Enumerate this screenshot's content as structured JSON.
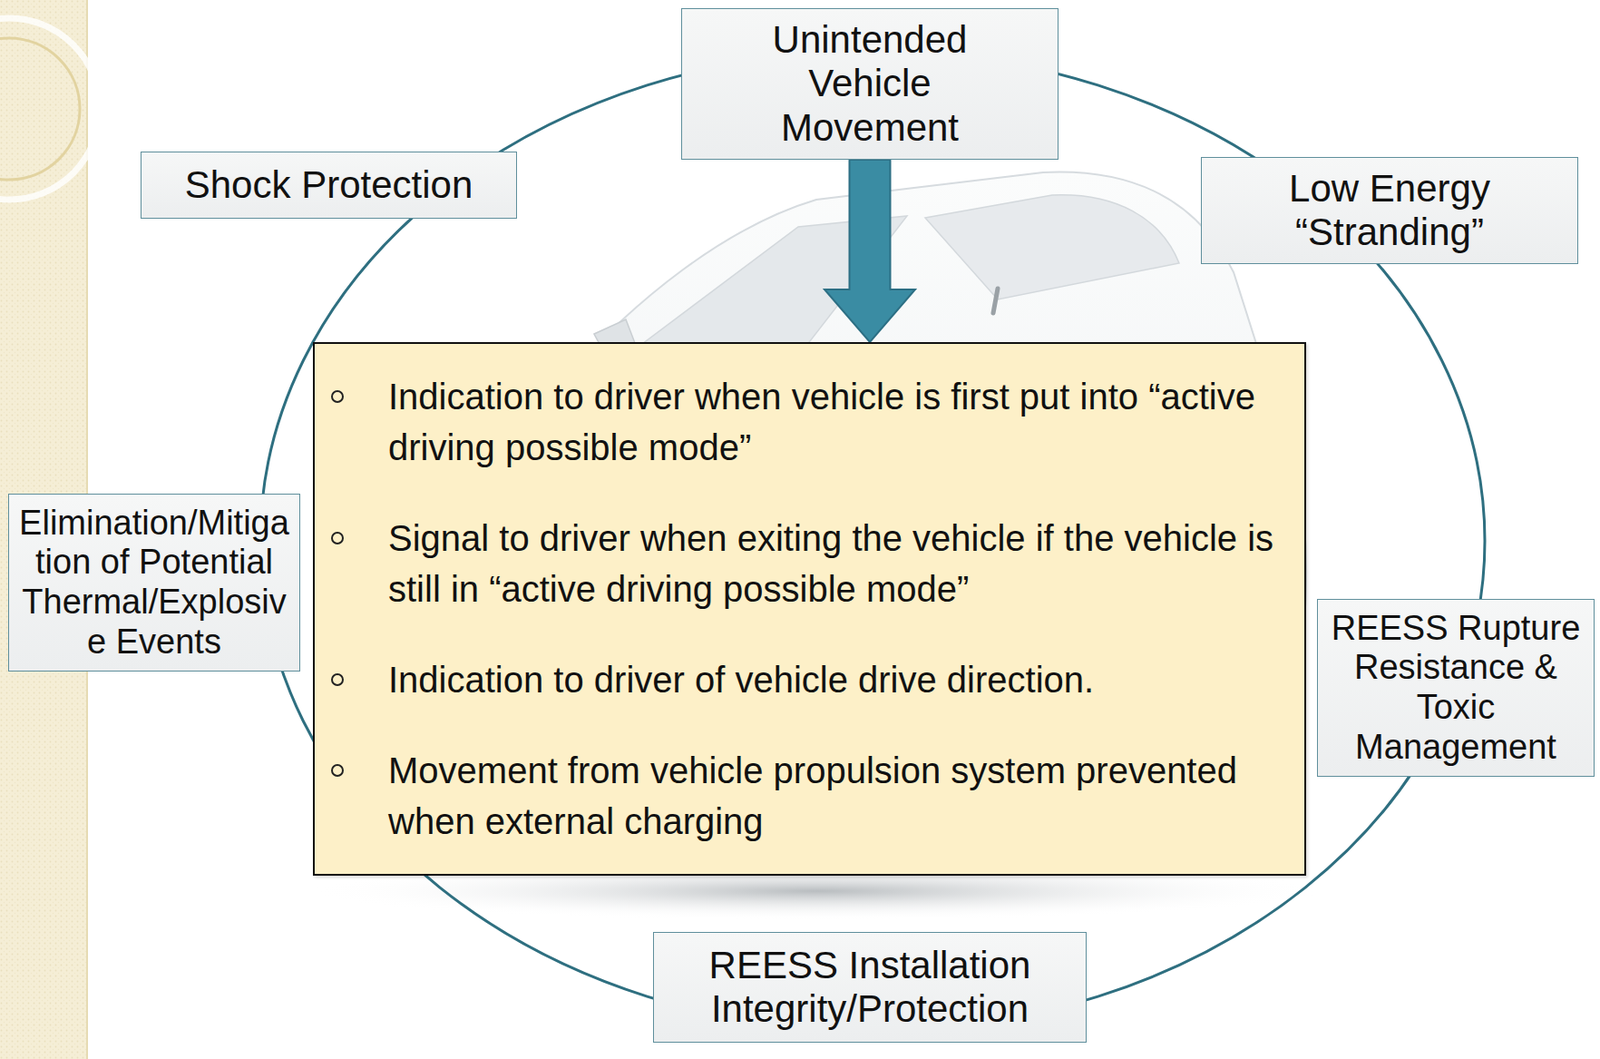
{
  "diagram": {
    "nodes": [
      {
        "text": [
          "Unintended Vehicle Movement"
        ]
      },
      {
        "text": [
          "Shock Protection"
        ]
      },
      {
        "text": [
          "Low Energy “Stranding”"
        ]
      },
      {
        "text": [
          "Indication to driver when vehicle is first put into “active driving possible mode”",
          "Signal to driver when exiting the vehicle if the vehicle is still in “active driving possible mode”",
          "Indication to driver of vehicle drive direction.",
          "Movement from vehicle propulsion system prevented when external charging"
        ]
      },
      {
        "text": [
          "Elimination/Mitigation of Potential Thermal/Explosive Events"
        ]
      },
      {
        "text": [
          "REESS Rupture Resistance & Toxic Management"
        ]
      },
      {
        "text": [
          "REESS Installation Integrity/Protection"
        ]
      }
    ],
    "edges": [
      {
        "from": 0,
        "to": 3,
        "arrow": "to"
      }
    ]
  }
}
